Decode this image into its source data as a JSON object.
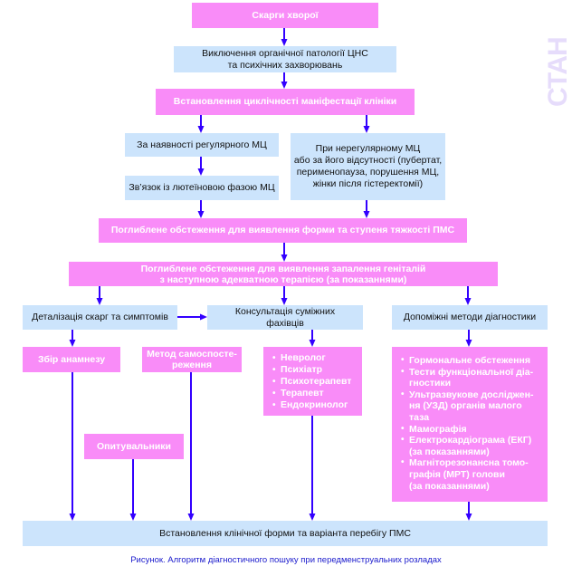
{
  "watermark": "СТАН",
  "nodes": {
    "complaints": "Скарги хворої",
    "exclusion": [
      "Виключення органічної патології ЦНС",
      "та психічних захворювань"
    ],
    "cyclicity": "Встановлення циклічності маніфестації клініки",
    "regular_cycle": "За наявності регулярного МЦ",
    "luteal_link": "Зв’язок із лютеїновою фазою МЦ",
    "irregular_cycle": [
      "При нерегулярному МЦ",
      "або за його відсутності (пубертат,",
      "перименопауза, порушення МЦ,",
      "жінки після гістеректомії)"
    ],
    "deep_exam_form": "Поглиблене обстеження для виявлення форми та ступеня тяжкості ПМС",
    "deep_exam_inflammation": [
      "Поглиблене обстеження для виявлення запалення геніталій",
      "з наступною адекватною терапією (за показаннями)"
    ],
    "detailing": "Деталізація скарг та симптомів",
    "consultation": [
      "Консультація суміжних",
      "фахівців"
    ],
    "auxiliary": "Допоміжні методи діагностики",
    "anamnesis": "Збір анамнезу",
    "self_observation": [
      "Метод самоспосте-",
      "реження"
    ],
    "questionnaires": "Опитувальники",
    "specialists": [
      "Невролог",
      "Психіатр",
      "Психотерапевт",
      "Терапевт",
      "Ендокринолог"
    ],
    "methods": [
      [
        "Гормональне обстеження"
      ],
      [
        "Тести функціональної діа-",
        "гностики"
      ],
      [
        "Ультразвукове досліджен-",
        "ня (УЗД) органів малого",
        "таза"
      ],
      [
        "Мамографія"
      ],
      [
        "Електрокардіограма (ЕКГ)",
        "(за показаннями)"
      ],
      [
        "Магніторезонансна томо-",
        "графія (МРТ) голови",
        "(за показаннями)"
      ]
    ],
    "final": "Встановлення клінічної форми та варіанта перебігу ПМС"
  },
  "caption": "Рисунок. Алгоритм діагностичного пошуку при передменструальних розладах",
  "colors": {
    "pink": "#f98cf8",
    "blue": "#cce4fc",
    "arrow": "#3300ff",
    "caption": "#1a1acc"
  }
}
